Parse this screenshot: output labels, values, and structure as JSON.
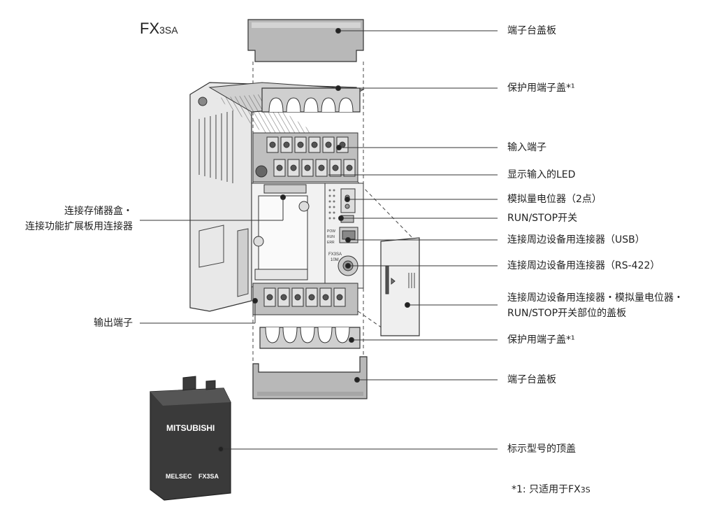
{
  "title": {
    "main": "FX",
    "sub": "3SA"
  },
  "labels": {
    "terminal_cover_top": "端子台盖板",
    "protective_cover_top": "保护用端子盖*¹",
    "input_terminals": "输入端子",
    "input_led": "显示输入的LED",
    "analog_pot": "模拟量电位器（2点）",
    "run_stop_switch": "RUN/STOP开关",
    "usb_connector": "连接周边设备用连接器（USB）",
    "rs422_connector": "连接周边设备用连接器（RS-422）",
    "connector_cover_line1": "连接周边设备用连接器・模拟量电位器・",
    "connector_cover_line2": "RUN/STOP开关部位的盖板",
    "protective_cover_bottom": "保护用端子盖*¹",
    "terminal_cover_bottom": "端子台盖板",
    "top_cover_model": "标示型号的顶盖",
    "memory_connector_line1": "连接存储器盒・",
    "memory_connector_line2": "连接功能扩展板用连接器",
    "output_terminals": "输出端子"
  },
  "device_text": {
    "brand": "MITSUBISHI",
    "series": "MELSEC",
    "model": "FX3SA",
    "panel_model": "FX3SA",
    "panel_model2": "10M",
    "led_power": "POW",
    "led_run": "RUN",
    "led_err": "ERR"
  },
  "footnote": {
    "mark": "*1: 只适用于FX",
    "suffix": "3S"
  }
}
